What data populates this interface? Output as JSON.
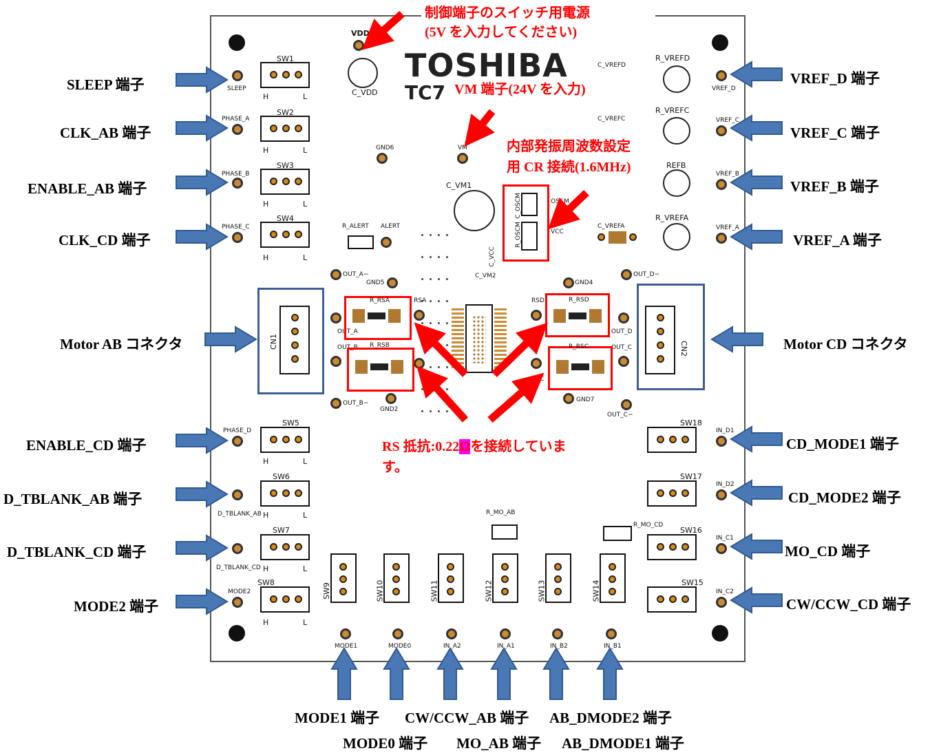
{
  "notes": {
    "vdd_line1": "制御端子のスイッチ用電源",
    "vdd_line2": "(5V を入力してください)",
    "vm": "VM 端子(24V を入力)",
    "osc_line1": "内部発振周波数設定",
    "osc_line2": "用 CR 接続(1.6MHz)",
    "rs_line1_a": "RS 抵抗:0.22",
    "rs_line1_omega": "Ω",
    "rs_line1_b": "を接続していま",
    "rs_line2": "す。"
  },
  "left_labels": [
    "SLEEP 端子",
    "CLK_AB  端子",
    "ENABLE_AB 端子",
    "CLK_CD 端子",
    "Motor AB コネクタ",
    "ENABLE_CD 端子",
    "D_TBLANK_AB 端子",
    "D_TBLANK_CD 端子",
    "MODE2 端子"
  ],
  "right_labels": [
    "VREF_D 端子",
    "VREF_C 端子",
    "VREF_B 端子",
    "VREF_A 端子",
    "Motor CD コネクタ",
    "CD_MODE1 端子",
    "CD_MODE2 端子",
    "MO_CD 端子",
    "CW/CCW_CD 端子"
  ],
  "bottom_labels": {
    "mode1": "MODE1 端子",
    "cwccw_ab": "CW/CCW_AB 端子",
    "ab_dmode2": "AB_DMODE2 端子",
    "mode0": "MODE0 端子",
    "mo_ab": "MO_AB 端子",
    "ab_dmode1": "AB_DMODE1  端子"
  },
  "board": {
    "logo": "TOSHIBA",
    "part": "TC7",
    "silk": {
      "vdd": "VDD",
      "c_vdd": "C_VDD",
      "sw1": "SW1",
      "sw2": "SW2",
      "sw3": "SW3",
      "sw4": "SW4",
      "sw5": "SW5",
      "sw6": "SW6",
      "sw7": "SW7",
      "sw8": "SW8",
      "sw9": "SW9",
      "sw10": "SW10",
      "sw11": "SW11",
      "sw12": "SW12",
      "sw13": "SW13",
      "sw14": "SW14",
      "sw15": "SW15",
      "sw16": "SW16",
      "sw17": "SW17",
      "sw18": "SW18",
      "sleep": "SLEEP",
      "phase_a": "PHASE_A",
      "phase_b": "PHASE_B",
      "phase_c": "PHASE_C",
      "phase_d": "PHASE_D",
      "d_tblank_ab": "D_TBLANK_AB",
      "d_tblank_cd": "D_TBLANK_CD",
      "mode2": "MODE2",
      "h": "H",
      "l": "L",
      "gnd6": "GND6",
      "vm": "VM",
      "c_vm1": "C_VM1",
      "r_oscm": "R_OSCM",
      "c_oscm": "C_OSCM",
      "oscm": "OSCM",
      "vcc": "VCC",
      "r_alert": "R_ALERT",
      "alert": "ALERT",
      "c_vcc": "C_VCC",
      "c_vm2": "C_VM2",
      "out_a_minus": "OUT_A−",
      "gnd5": "GND5",
      "rsa": "RSA",
      "r_rsa": "R_RSA",
      "out_a": "OUT_A",
      "out_b": "OUT_B",
      "r_rsb": "R_RSB",
      "out_b_minus": "OUT_B−",
      "gnd2": "GND2",
      "gnd4": "GND4",
      "out_d_minus": "OUT_D−",
      "rsd": "RSD",
      "r_rsd": "R_RSD",
      "out_d": "OUT_D",
      "out_c": "OUT_C",
      "r_rsc": "R_RSC",
      "rsc": "RSC",
      "gnd7": "GND7",
      "out_c_minus": "OUT_C−",
      "cn1": "CN1",
      "cn2": "CN2",
      "c_vrefd": "C_VREFD",
      "r_vrefd": "R_VREFD",
      "vref_d": "VREF_D",
      "c_vrefc": "C_VREFC",
      "r_vrefc": "R_VREFC",
      "vref_c": "VREF_C",
      "r_vrefb": "REFB",
      "vref_b": "VREF_B",
      "c_vrefa": "C_VREFA",
      "r_vrefa": "R_VREFA",
      "vref_a": "VREF_A",
      "in_d1": "IN_D1",
      "in_d2": "IN_D2",
      "in_c1": "IN_C1",
      "in_c2": "IN_C2",
      "r_mo_ab": "R_MO_AB",
      "r_mo_cd": "R_MO_CD",
      "mode1": "MODE1",
      "mode0": "MODE0",
      "in_a2": "IN_A2",
      "in_a1": "IN_A1",
      "in_b2": "IN_B2",
      "in_b1": "IN_B1"
    }
  },
  "colors": {
    "annotation": "#ff0000",
    "arrow_blue": "#4a78b4",
    "arrow_blue_edge": "#2f5a92",
    "connector_box": "#3a5f96",
    "highlight": "#ff00ff"
  }
}
